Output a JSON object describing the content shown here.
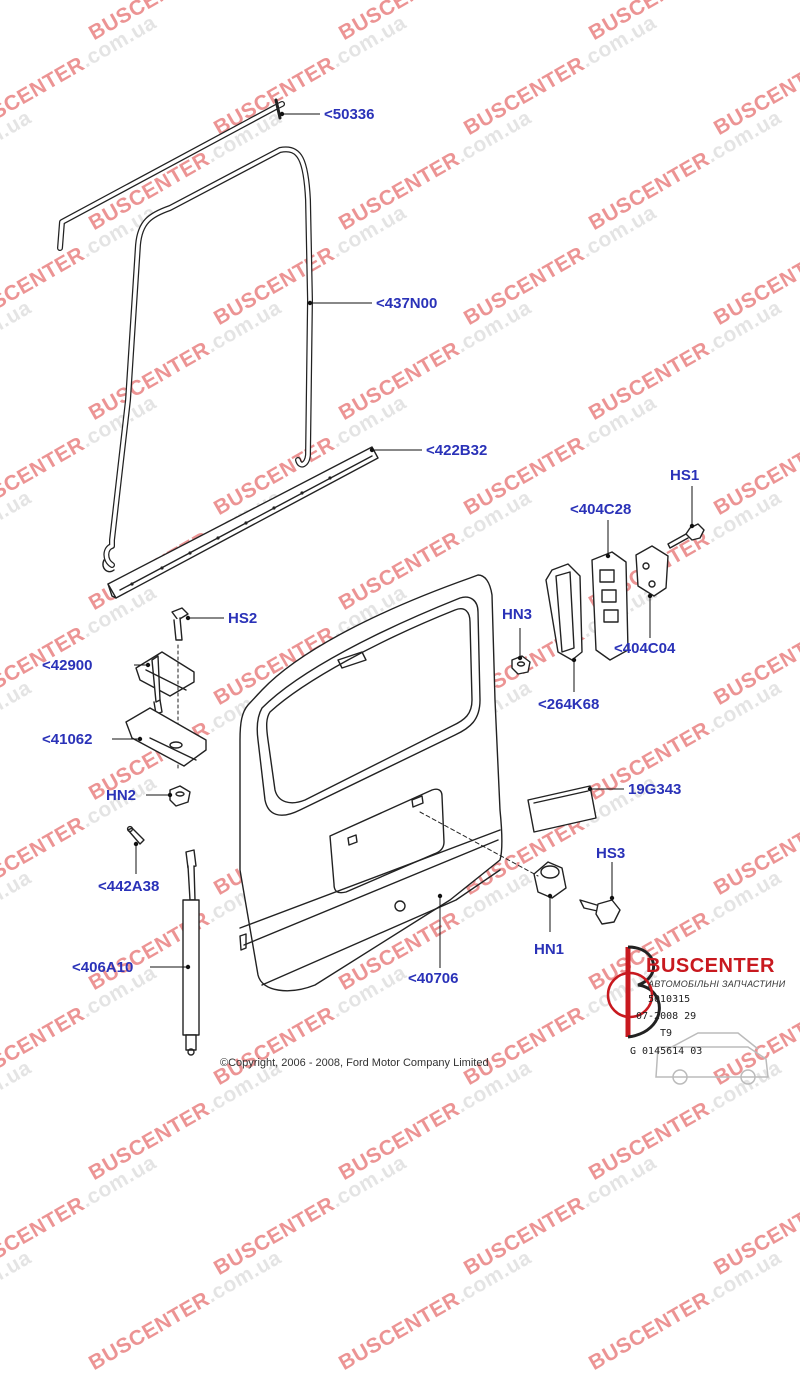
{
  "watermark": {
    "red_part": "BUSCENTER",
    "gray_part": ".com.ua"
  },
  "labels": {
    "p50336": "<50336",
    "p437N00": "<437N00",
    "p422B32": "<422B32",
    "pHS1": "HS1",
    "p404C28": "<404C28",
    "pHS2": "HS2",
    "pHN3": "HN3",
    "p404C04": "<404C04",
    "p42900": "<42900",
    "p264K68": "<264K68",
    "p41062": "<41062",
    "pHN2": "HN2",
    "p19G343": "19G343",
    "pHS3": "HS3",
    "p442A38": "<442A38",
    "pHN1": "HN1",
    "p406A10": "<406A10",
    "p40706": "<40706"
  },
  "copyright": "©Copyright, 2006 - 2008, Ford Motor Company Limited",
  "logo": {
    "name": "BUSCENTER",
    "tagline": "АВТОМОБІЛЬНІ ЗАПЧАСТИНИ",
    "brand_color": "#c8191f"
  },
  "meta": {
    "code1": "5010315",
    "date": "07-2008 29",
    "model": "T9",
    "ref": "G 0145614 03"
  },
  "colors": {
    "label": "#2a32b8",
    "line": "#222222"
  }
}
